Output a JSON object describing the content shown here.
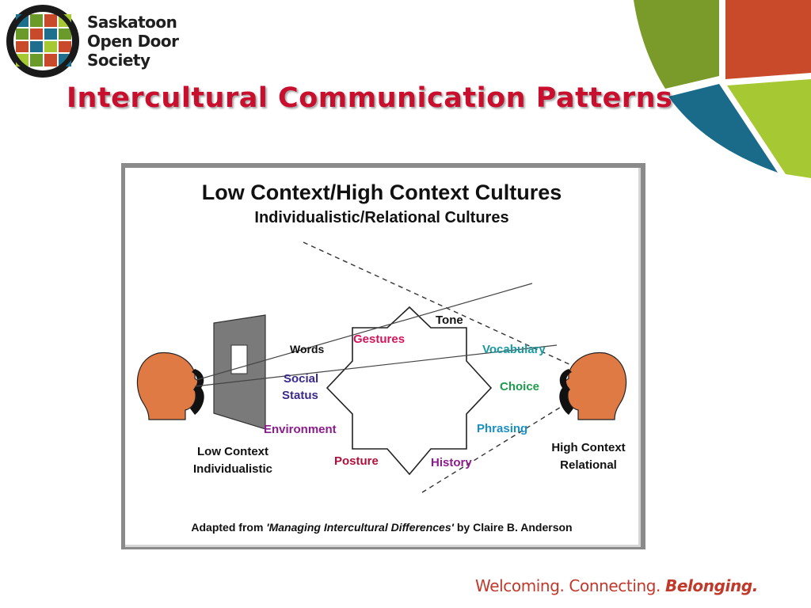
{
  "header": {
    "org_line1": "Saskatoon",
    "org_line2": "Open Door",
    "org_line3": "Society",
    "title": "Intercultural Communication Patterns"
  },
  "figure": {
    "title": "Low Context/High Context Cultures",
    "subtitle": "Individualistic/Relational Cultures",
    "left_label_line1": "Low Context",
    "left_label_line2": "Individualistic",
    "right_label_line1": "High Context",
    "right_label_line2": "Relational",
    "star_labels": {
      "tone": "Tone",
      "gestures": "Gestures",
      "words": "Words",
      "vocabulary": "Vocabulary",
      "social": "Social",
      "status": "Status",
      "choice": "Choice",
      "environment": "Environment",
      "phrasing": "Phrasing",
      "posture": "Posture",
      "history": "History"
    },
    "caption_prefix": "Adapted from ",
    "caption_source": "'Managing Intercultural Differences'",
    "caption_suffix": " by Claire B. Anderson"
  },
  "footer": {
    "tagline_part1": "Welcoming. Connecting. ",
    "tagline_part2": "Belonging."
  },
  "colors": {
    "title_red": "#c8102e",
    "tagline_red": "#c0392b",
    "head_orange": "#e07a45",
    "gestures": "#d4145a",
    "vocabulary": "#1a9aa0",
    "social_status": "#3b2a8c",
    "choice": "#1e9a4e",
    "environment": "#8b1c8b",
    "phrasing": "#1a8fc4",
    "posture": "#b0103a",
    "history": "#8b1c8b",
    "corner_green": "#7a9a2a",
    "corner_orange": "#c94a2a",
    "corner_blue": "#1a6a8a",
    "corner_lime": "#a6c832"
  }
}
